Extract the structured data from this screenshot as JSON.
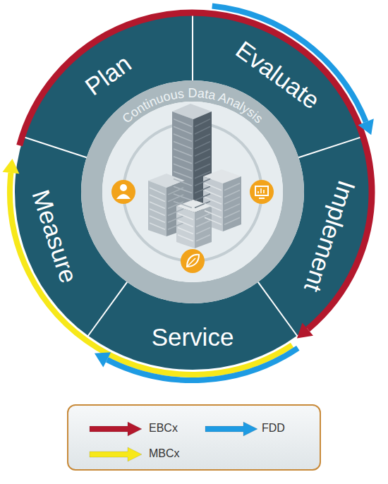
{
  "diagram": {
    "nodes": [
      {
        "text": [
          "Plan"
        ]
      },
      {
        "text": [
          "Evaluate"
        ]
      },
      {
        "text": [
          "Implement"
        ]
      },
      {
        "text": [
          "Service"
        ]
      },
      {
        "text": [
          "Measure"
        ]
      },
      {
        "text": [
          "Continuous Data Analysis"
        ]
      }
    ],
    "legend": [
      {
        "text": "EBCx",
        "color": "#b3182d"
      },
      {
        "text": "FDD",
        "color": "#1e9be3"
      },
      {
        "text": "MBCx",
        "color": "#f7e81a"
      }
    ]
  }
}
